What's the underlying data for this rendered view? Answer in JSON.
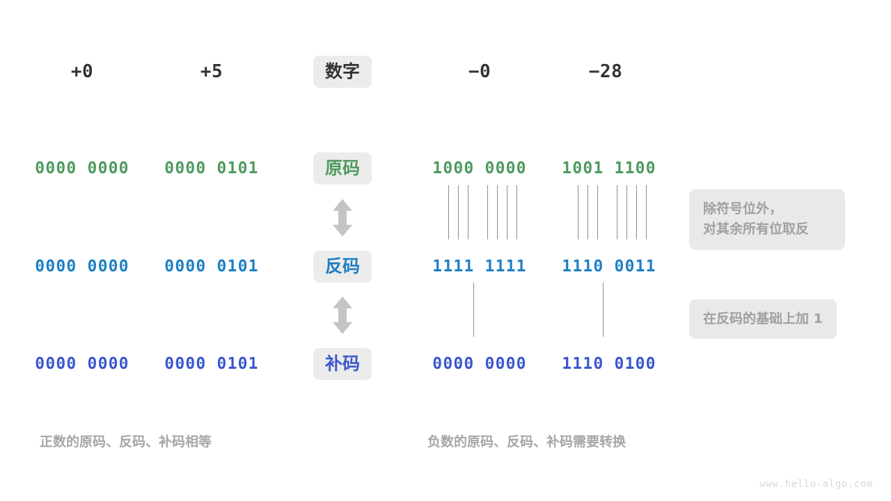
{
  "header": {
    "columns": [
      {
        "label": "+0",
        "name": "number-plus-zero"
      },
      {
        "label": "+5",
        "name": "number-plus-five"
      },
      {
        "label": "数字",
        "name": "row-label-number"
      },
      {
        "label": "−0",
        "name": "number-minus-zero"
      },
      {
        "label": "−28",
        "name": "number-minus-twentyeight"
      }
    ]
  },
  "rows": [
    {
      "label": "原码",
      "values": [
        "0000 0000",
        "0000 0101",
        "1000 0000",
        "1001 1100"
      ]
    },
    {
      "label": "反码",
      "values": [
        "0000 0000",
        "0000 0101",
        "1111 1111",
        "1110 0011"
      ]
    },
    {
      "label": "补码",
      "values": [
        "0000 0000",
        "0000 0101",
        "0000 0000",
        "1110 0100"
      ]
    }
  ],
  "notes": [
    {
      "text": "除符号位外，\n对其余所有位取反"
    },
    {
      "text": "在反码的基础上加 1"
    }
  ],
  "captions": [
    {
      "text": "正数的原码、反码、补码相等"
    },
    {
      "text": "负数的原码、反码、补码需要转换"
    }
  ],
  "watermark": "www.hello-algo.com",
  "colors": {
    "sign_magnitude": "#4e9a5f",
    "ones_complement": "#1d7fc3",
    "twos_complement": "#3a57cc",
    "neutral_text": "#333333",
    "muted_text": "#a6a6a6",
    "badge_bg": "#ececec",
    "note_bg": "#e9e9e9",
    "line": "#8c8c8c",
    "arrow": "#c4c4c4"
  },
  "icons": {
    "up_down_arrow": "double-arrow-vertical"
  }
}
